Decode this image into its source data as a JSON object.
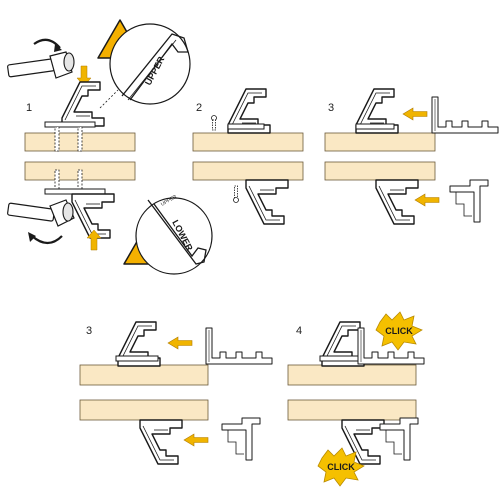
{
  "steps": {
    "s1": "1",
    "s2": "2",
    "s3a": "3",
    "s3b": "3",
    "s4": "4"
  },
  "labels": {
    "upper": "UPPER",
    "lower": "LOWER",
    "click_top": "CLICK",
    "click_bottom": "CLICK"
  },
  "icons": [
    "hammer-icon",
    "rotation-arrow-icon",
    "warning-icon",
    "push-arrow-icon",
    "click-burst-icon"
  ],
  "colors": {
    "board": "#fae8c4",
    "board_edge": "#6b5a3a",
    "arrow": "#f0b400",
    "warning": "#f4b000",
    "burst": "#f5c000",
    "line": "#1a1a1a"
  }
}
